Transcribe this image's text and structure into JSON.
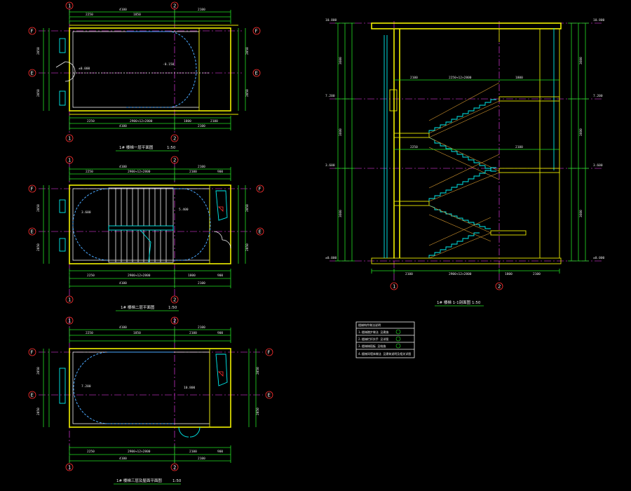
{
  "plans": [
    {
      "title": "1# 楼梯一层平面图",
      "scale": "1:50",
      "top_dims_outer": [
        "4100",
        "2100"
      ],
      "top_dims_inner": [
        "2250",
        "1850"
      ],
      "bottom_dims_inner": [
        "2250",
        "2900+12×2800",
        "1800",
        "2100"
      ],
      "bottom_dims_outer": [
        "4100",
        "2100"
      ],
      "left_dims": [
        "2050",
        "2050"
      ],
      "right_dims": [
        "2050",
        "2050"
      ],
      "elev_labels": [
        "±0.000",
        "-0.150"
      ]
    },
    {
      "title": "1# 楼梯二层平面图",
      "scale": "1:50",
      "top_dims_outer": [
        "4100",
        "2100"
      ],
      "top_dims_inner": [
        "2250",
        "2900+12×2800",
        "2100",
        "900"
      ],
      "bottom_dims_inner": [
        "2250",
        "2900+12×2800",
        "1800",
        "900"
      ],
      "bottom_dims_outer": [
        "4100",
        "2100"
      ],
      "left_dims": [
        "2050",
        "2050"
      ],
      "right_dims": [
        "2050",
        "2050"
      ],
      "elev_labels": [
        "3.600",
        "5.400"
      ]
    },
    {
      "title": "1# 楼梯三层及屋面平面图",
      "scale": "1:50",
      "top_dims_outer": [
        "4100",
        "2100"
      ],
      "top_dims_inner": [
        "2250",
        "1850",
        "2100",
        "900"
      ],
      "bottom_dims_inner": [
        "2250",
        "2900+12×2800",
        "2100",
        "900"
      ],
      "bottom_dims_outer": [
        "4100",
        "2100"
      ],
      "left_dims": [
        "2050",
        "2050"
      ],
      "right_dims": [
        "2050",
        "2050"
      ],
      "elev_labels": [
        "7.200",
        "10.800"
      ]
    }
  ],
  "axes": {
    "col1": "1",
    "col2": "2",
    "rowF": "F",
    "rowE": "E"
  },
  "section": {
    "title": "1# 楼梯 1-1剖面图",
    "scale": "1:50",
    "elevations": [
      "10.800",
      "7.200",
      "3.600",
      "±0.000"
    ],
    "left_dims": [
      "3600",
      "3600",
      "3600"
    ],
    "right_dims": [
      "3600",
      "3600",
      "3600"
    ],
    "mid_dims": [
      "2100",
      "2250+12×2800",
      "1800",
      "2250",
      "2100"
    ],
    "bottom_dims": [
      "2100",
      "2900+12×2800",
      "1800",
      "2100"
    ]
  },
  "legend": {
    "header": "楼梯构件做法说明",
    "rows": [
      "1.楼梯踏步做法 见建施",
      "2.楼梯栏杆扶手 见详图",
      "3.楼梯梯段板 见结施",
      "4.楼梯间墙体做法 见建筑说明及相关详图"
    ]
  }
}
